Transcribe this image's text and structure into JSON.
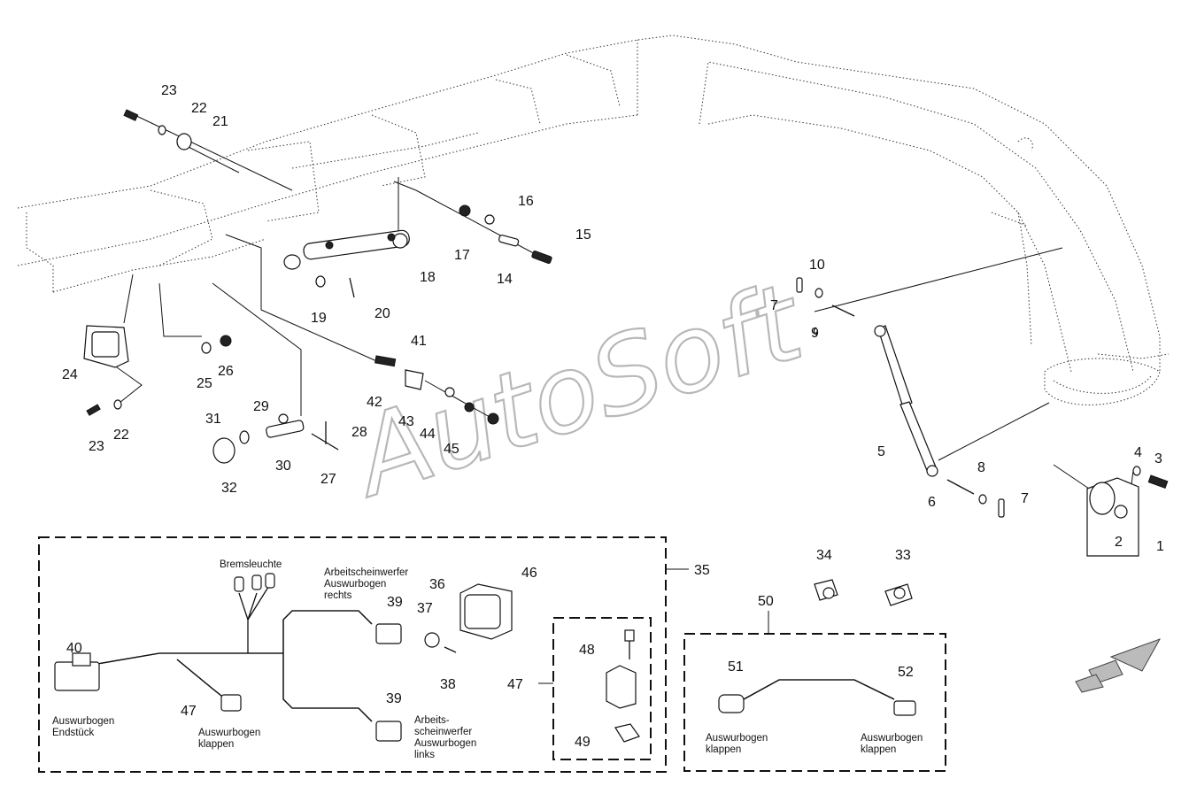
{
  "watermark": "AutoSoft",
  "callouts": {
    "n1": "1",
    "n2": "2",
    "n3": "3",
    "n4": "4",
    "n5": "5",
    "n6": "6",
    "n7a": "7",
    "n7b": "7",
    "n8": "8",
    "n9": "9",
    "n10": "10",
    "n14": "14",
    "n15": "15",
    "n16": "16",
    "n17": "17",
    "n18": "18",
    "n19": "19",
    "n20": "20",
    "n21": "21",
    "n22a": "22",
    "n22b": "22",
    "n23a": "23",
    "n23b": "23",
    "n24": "24",
    "n25": "25",
    "n26": "26",
    "n27": "27",
    "n28": "28",
    "n29": "29",
    "n30": "30",
    "n31": "31",
    "n32": "32",
    "n33": "33",
    "n34": "34",
    "n35": "35",
    "n36": "36",
    "n37": "37",
    "n38": "38",
    "n39a": "39",
    "n39b": "39",
    "n40": "40",
    "n41": "41",
    "n42": "42",
    "n43": "43",
    "n44": "44",
    "n45": "45",
    "n46": "46",
    "n47a": "47",
    "n47b": "47",
    "n48": "48",
    "n49": "49",
    "n50": "50",
    "n51": "51",
    "n52": "52"
  },
  "labels": {
    "bremsleuchte": "Bremsleuchte",
    "arbeit_rechts_1": "Arbeitscheinwerfer",
    "arbeit_rechts_2": "Auswurbogen",
    "arbeit_rechts_3": "rechts",
    "endstueck_1": "Auswurbogen",
    "endstueck_2": "Endstück",
    "klappen_47_1": "Auswurbogen",
    "klappen_47_2": "klappen",
    "arbeit_links_1": "Arbeits-",
    "arbeit_links_2": "scheinwerfer",
    "arbeit_links_3": "Auswurbogen",
    "arbeit_links_4": "links",
    "klappen_51_1": "Auswurbogen",
    "klappen_51_2": "klappen",
    "klappen_52_1": "Auswurbogen",
    "klappen_52_2": "klappen"
  },
  "icons": [
    "navigation-arrow-icon"
  ]
}
